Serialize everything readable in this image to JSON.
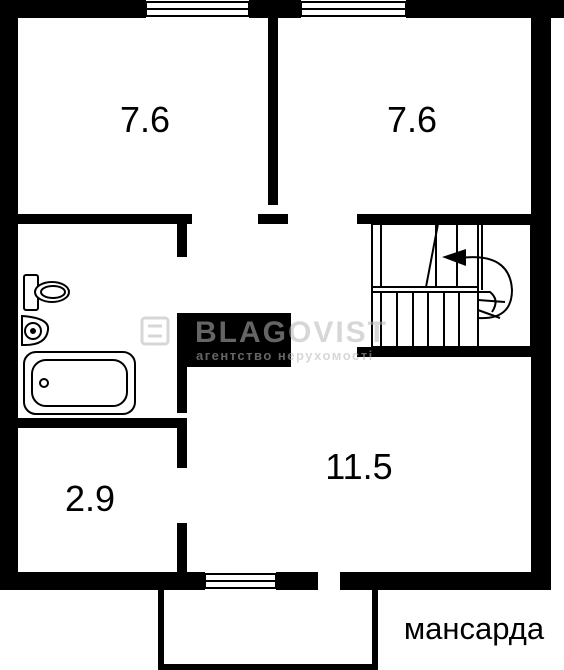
{
  "rooms": {
    "top_left_area": "7.6",
    "top_right_area": "7.6",
    "hall_area": "11.5",
    "small_room_area": "2.9"
  },
  "floor_label": "мансарда",
  "watermark": {
    "brand": "BLAGOVIST",
    "tagline": "агентство нерухомості"
  },
  "colors": {
    "wall": "#000000",
    "background": "#ffffff",
    "fixture_stroke": "#000000",
    "watermark": "#b8b8b8"
  }
}
